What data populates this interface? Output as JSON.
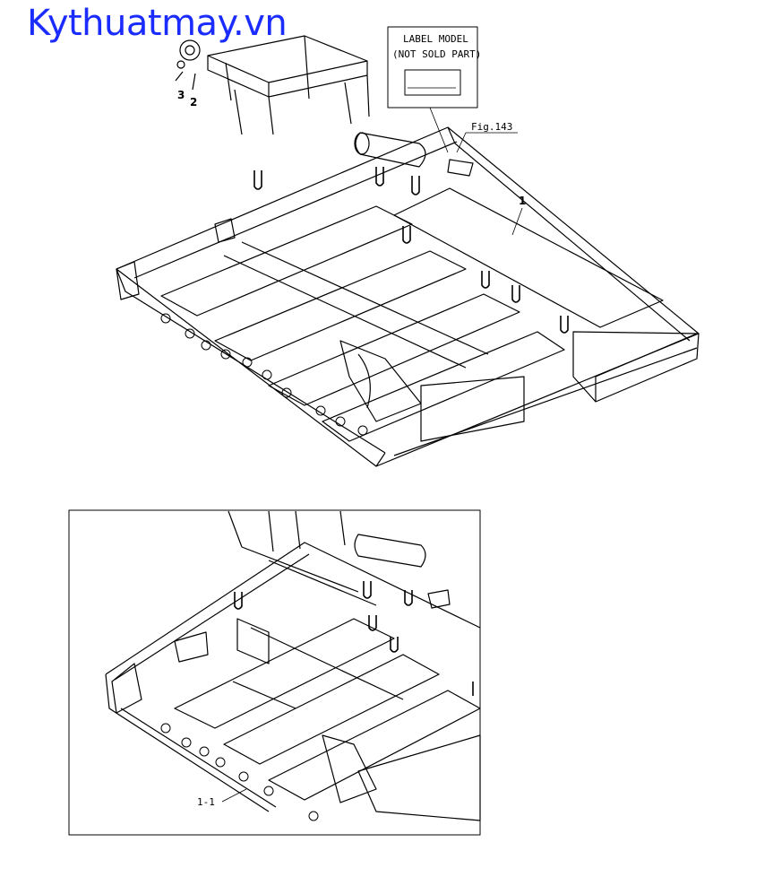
{
  "watermark": "Kythuatmay.vn",
  "label_box": {
    "line1": "LABEL MODEL",
    "line2": "(NOT SOLD PART)"
  },
  "callouts": {
    "fig_ref": "Fig.143",
    "part_1": "1",
    "part_2": "2",
    "part_3": "3",
    "part_1_1": "1-1"
  }
}
